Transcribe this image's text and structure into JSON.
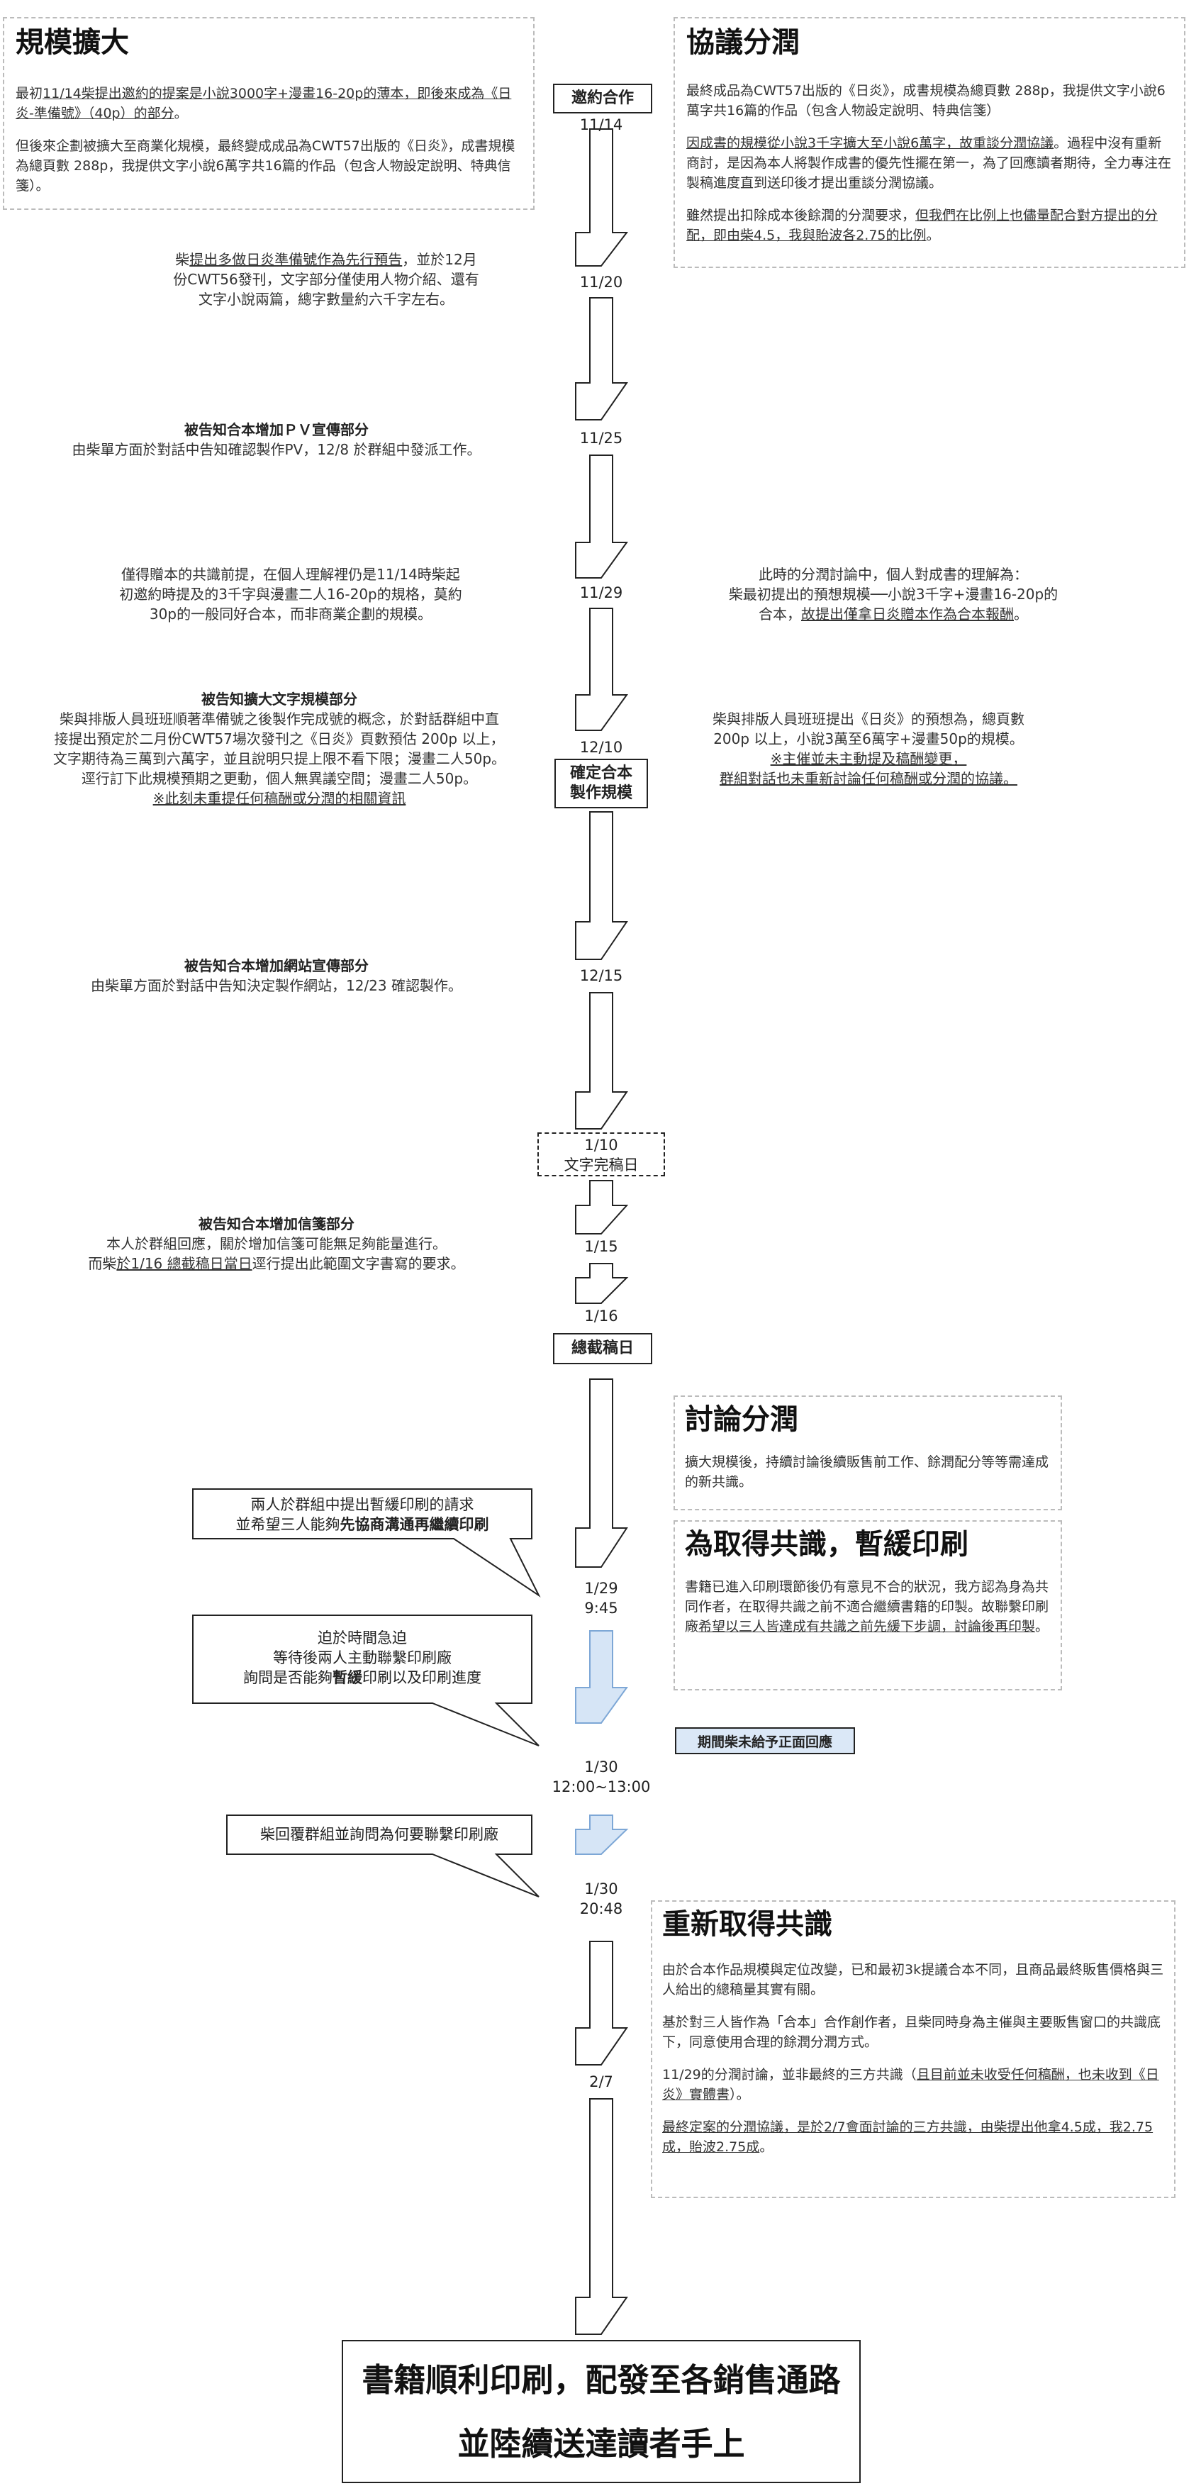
{
  "left_top": {
    "title": "規模擴大",
    "p1_pre": "最初",
    "p1_u": "11/14柴提出邀約的提案是小說3000字+漫畫16-20p的薄本，即後來成為《日炎-準備號》（40p）的部分",
    "p1_post": "。",
    "p2": "但後來企劃被擴大至商業化規模，最終變成成品為CWT57出版的《日炎》，成書規模為總頁數 288p，我提供文字小說6萬字共16篇的作品（包含人物設定說明、特典信箋）。"
  },
  "right_top": {
    "title": "協議分潤",
    "p1": "最終成品為CWT57出版的《日炎》，成書規模為總頁數 288p，我提供文字小說6萬字共16篇的作品（包含人物設定說明、特典信箋）",
    "p2_u1": "因成書的規模從小說3千字擴大至小說6萬字，故重談分潤協議",
    "p2_rest": "。過程中沒有重新商討，是因為本人將製作成書的優先性擺在第一，為了回應讀者期待，全力專注在製稿進度直到送印後才提出重談分潤協議。",
    "p3_pre": "雖然提出扣除成本後餘潤的分潤要求，",
    "p3_u": "但我們在比例上也儘量配合對方提出的分配，即由柴4.5，我與貽波各2.75的比例",
    "p3_post": "。"
  },
  "nodes": {
    "invite": "邀約合作",
    "confirm_line1": "確定合本",
    "confirm_line2": "製作規模",
    "text_done_line1": "1/10",
    "text_done_line2": "文字完稿日",
    "deadline": "總截稿日"
  },
  "dates": {
    "d1114": "11/14",
    "d1120": "11/20",
    "d1125": "11/25",
    "d1129": "11/29",
    "d1210": "12/10",
    "d1215": "12/15",
    "d115": "1/15",
    "d116": "1/16",
    "d129_a": "1/29",
    "d129_b": "9:45",
    "d130_a": "1/30",
    "d130_b": "12:00~13:00",
    "d1302_a": "1/30",
    "d1302_b": "20:48",
    "d27": "2/7"
  },
  "events": {
    "e1120_a": "柴",
    "e1120_u": "提出多做日炎準備號作為先行預告",
    "e1120_b": "，並於12月",
    "e1120_l2": "份CWT56發刊，文字部分僅使用人物介紹、還有",
    "e1120_l3": "文字小說兩篇，總字數量約六千字左右。",
    "e1125_title": "被告知合本增加ＰＶ宣傳部分",
    "e1125_text": "由柴單方面於對話中告知確認製作PV，12/8 於群組中發派工作。",
    "e1129_l1": "僅得贈本的共識前提，在個人理解裡仍是11/14時柴起",
    "e1129_l2": "初邀約時提及的3千字與漫畫二人16-20p的規格，莫約",
    "e1129_l3": "30p的一般同好合本，而非商業企劃的規模。",
    "e1129r_l1": "此時的分潤討論中，個人對成書的理解為：",
    "e1129r_l2": "柴最初提出的預想規模──小說3千字+漫畫16-20p的",
    "e1129r_l3_a": "合本，",
    "e1129r_l3_u": "故提出僅拿日炎贈本作為合本報酬",
    "e1129r_l3_b": "。",
    "e1210_title": "被告知擴大文字規模部分",
    "e1210_l1": "柴與排版人員班班順著準備號之後製作完成號的概念，於對話群組中直",
    "e1210_l2": "接提出預定於二月份CWT57場次發刊之《日炎》頁數預估 200p 以上，",
    "e1210_l3": "文字期待為三萬到六萬字，並且說明只提上限不看下限；漫畫二人50p。",
    "e1210_l4": "逕行訂下此規模預期之更動，個人無異議空間；漫畫二人50p。",
    "e1210_l5": "※此刻未重提任何稿酬或分潤的相關資訊",
    "e1210r_l1": "柴與排版人員班班提出《日炎》的預想為，總頁數",
    "e1210r_l2": "200p 以上，小說3萬至6萬字+漫畫50p的規模。",
    "e1210r_l3": "※主催並未主動提及稿酬變更，",
    "e1210r_l4": "群組對話也未重新討論任何稿酬或分潤的協議。",
    "e1215_title": "被告知合本增加網站宣傳部分",
    "e1215_text": "由柴單方面於對話中告知決定製作網站，12/23 確認製作。",
    "e115_title": "被告知合本增加信箋部分",
    "e115_l1": "本人於群組回應，關於增加信箋可能無足夠能量進行。",
    "e115_l2_a": "而柴",
    "e115_l2_u": "於1/16 總截稿日當日",
    "e115_l2_b": "逕行提出此範圍文字書寫的要求。"
  },
  "callouts": {
    "c1_l1": "兩人於群組中提出暫緩印刷的請求",
    "c1_l2_a": "並希望三人能夠",
    "c1_l2_b": "先協商溝通再繼續印刷",
    "c2_l1": "迫於時間急迫",
    "c2_l2": "等待後兩人主動聯繫印刷廠",
    "c2_l3_a": "詢問是否能夠",
    "c2_l3_b": "暫緩",
    "c2_l3_c": "印刷以及印刷進度",
    "c3": "柴回覆群組並詢問為何要聯繫印刷廠"
  },
  "discuss": {
    "title": "討論分潤",
    "text": "擴大規模後，持續討論後續販售前工作、餘潤配分等等需達成的新共識。"
  },
  "pause": {
    "title": "為取得共識，暫緩印刷",
    "text_a": "書籍已進入印刷環節後仍有意見不合的狀況，我方認為身為共同作者，在取得共識之前不適合繼續書籍的印製。故聯繫印刷廠",
    "text_u": "希望以三人皆達成有共識之前先緩下步調，討論後再印製",
    "text_b": "。"
  },
  "badge": "期間柴未給予正面回應",
  "regain": {
    "title": "重新取得共識",
    "p1": "由於合本作品規模與定位改變，已和最初3k提議合本不同，且商品最終販售價格與三人給出的總稿量其實有關。",
    "p2": "基於對三人皆作為「合本」合作創作者，且柴同時身為主催與主要販售窗口的共識底下，同意使用合理的餘潤分潤方式。",
    "p3_a": "11/29的分潤討論，並非最終的三方共識（",
    "p3_u": "且目前並未收受任何稿酬，也未收到《日炎》實體書",
    "p3_b": "）。",
    "p4_u": "最終定案的分潤協議，是於2/7會面討論的三方共識，由柴提出他拿4.5成，我2.75成，貽波2.75成",
    "p4_b": "。"
  },
  "final": {
    "line1": "書籍順利印刷，配發至各銷售通路",
    "line2": "並陸續送達讀者手上"
  }
}
